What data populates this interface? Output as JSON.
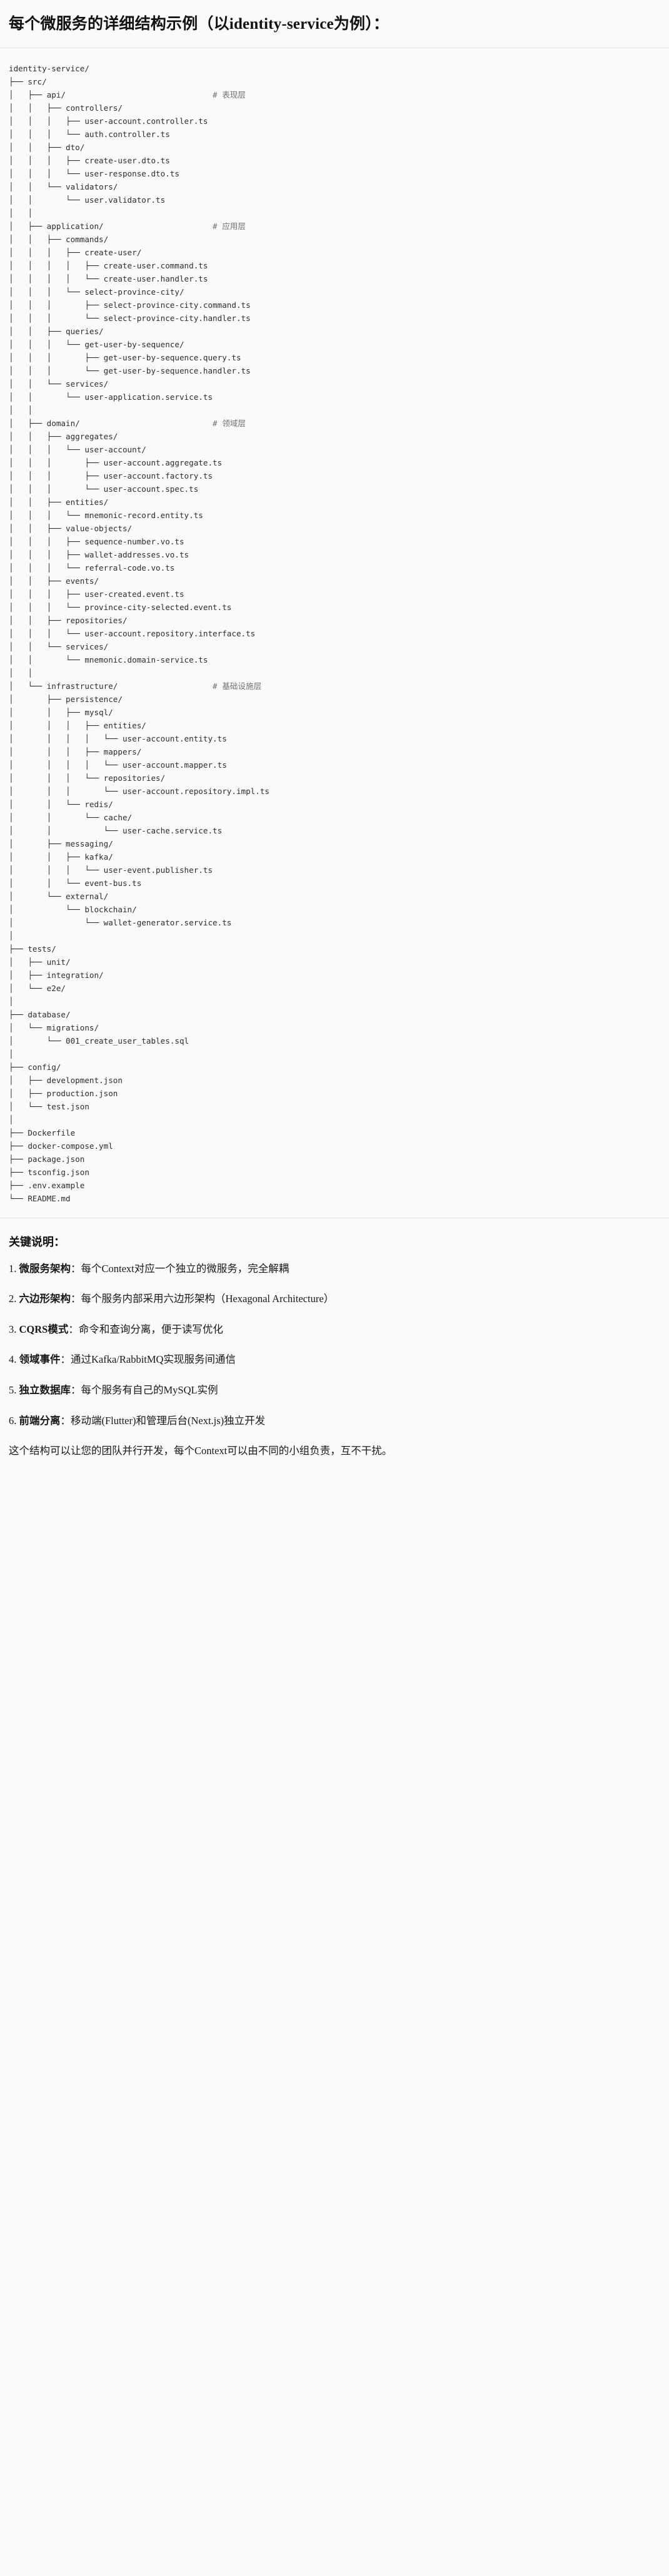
{
  "heading": "每个微服务的详细结构示例（以identity-service为例）：",
  "tree": {
    "root_label": "identity-service/",
    "lines": [
      {
        "prefix": "",
        "name": "identity-service/",
        "comment": ""
      },
      {
        "prefix": "├── ",
        "name": "src/",
        "comment": ""
      },
      {
        "prefix": "│   ├── ",
        "name": "api/",
        "comment": "# 表现层"
      },
      {
        "prefix": "│   │   ├── ",
        "name": "controllers/",
        "comment": ""
      },
      {
        "prefix": "│   │   │   ├── ",
        "name": "user-account.controller.ts",
        "comment": ""
      },
      {
        "prefix": "│   │   │   └── ",
        "name": "auth.controller.ts",
        "comment": ""
      },
      {
        "prefix": "│   │   ├── ",
        "name": "dto/",
        "comment": ""
      },
      {
        "prefix": "│   │   │   ├── ",
        "name": "create-user.dto.ts",
        "comment": ""
      },
      {
        "prefix": "│   │   │   └── ",
        "name": "user-response.dto.ts",
        "comment": ""
      },
      {
        "prefix": "│   │   └── ",
        "name": "validators/",
        "comment": ""
      },
      {
        "prefix": "│   │       └── ",
        "name": "user.validator.ts",
        "comment": ""
      },
      {
        "prefix": "│   │",
        "name": "",
        "comment": ""
      },
      {
        "prefix": "│   ├── ",
        "name": "application/",
        "comment": "# 应用层"
      },
      {
        "prefix": "│   │   ├── ",
        "name": "commands/",
        "comment": ""
      },
      {
        "prefix": "│   │   │   ├── ",
        "name": "create-user/",
        "comment": ""
      },
      {
        "prefix": "│   │   │   │   ├── ",
        "name": "create-user.command.ts",
        "comment": ""
      },
      {
        "prefix": "│   │   │   │   └── ",
        "name": "create-user.handler.ts",
        "comment": ""
      },
      {
        "prefix": "│   │   │   └── ",
        "name": "select-province-city/",
        "comment": ""
      },
      {
        "prefix": "│   │   │       ├── ",
        "name": "select-province-city.command.ts",
        "comment": ""
      },
      {
        "prefix": "│   │   │       └── ",
        "name": "select-province-city.handler.ts",
        "comment": ""
      },
      {
        "prefix": "│   │   ├── ",
        "name": "queries/",
        "comment": ""
      },
      {
        "prefix": "│   │   │   └── ",
        "name": "get-user-by-sequence/",
        "comment": ""
      },
      {
        "prefix": "│   │   │       ├── ",
        "name": "get-user-by-sequence.query.ts",
        "comment": ""
      },
      {
        "prefix": "│   │   │       └── ",
        "name": "get-user-by-sequence.handler.ts",
        "comment": ""
      },
      {
        "prefix": "│   │   └── ",
        "name": "services/",
        "comment": ""
      },
      {
        "prefix": "│   │       └── ",
        "name": "user-application.service.ts",
        "comment": ""
      },
      {
        "prefix": "│   │",
        "name": "",
        "comment": ""
      },
      {
        "prefix": "│   ├── ",
        "name": "domain/",
        "comment": "# 领域层"
      },
      {
        "prefix": "│   │   ├── ",
        "name": "aggregates/",
        "comment": ""
      },
      {
        "prefix": "│   │   │   └── ",
        "name": "user-account/",
        "comment": ""
      },
      {
        "prefix": "│   │   │       ├── ",
        "name": "user-account.aggregate.ts",
        "comment": ""
      },
      {
        "prefix": "│   │   │       ├── ",
        "name": "user-account.factory.ts",
        "comment": ""
      },
      {
        "prefix": "│   │   │       └── ",
        "name": "user-account.spec.ts",
        "comment": ""
      },
      {
        "prefix": "│   │   ├── ",
        "name": "entities/",
        "comment": ""
      },
      {
        "prefix": "│   │   │   └── ",
        "name": "mnemonic-record.entity.ts",
        "comment": ""
      },
      {
        "prefix": "│   │   ├── ",
        "name": "value-objects/",
        "comment": ""
      },
      {
        "prefix": "│   │   │   ├── ",
        "name": "sequence-number.vo.ts",
        "comment": ""
      },
      {
        "prefix": "│   │   │   ├── ",
        "name": "wallet-addresses.vo.ts",
        "comment": ""
      },
      {
        "prefix": "│   │   │   └── ",
        "name": "referral-code.vo.ts",
        "comment": ""
      },
      {
        "prefix": "│   │   ├── ",
        "name": "events/",
        "comment": ""
      },
      {
        "prefix": "│   │   │   ├── ",
        "name": "user-created.event.ts",
        "comment": ""
      },
      {
        "prefix": "│   │   │   └── ",
        "name": "province-city-selected.event.ts",
        "comment": ""
      },
      {
        "prefix": "│   │   ├── ",
        "name": "repositories/",
        "comment": ""
      },
      {
        "prefix": "│   │   │   └── ",
        "name": "user-account.repository.interface.ts",
        "comment": ""
      },
      {
        "prefix": "│   │   └── ",
        "name": "services/",
        "comment": ""
      },
      {
        "prefix": "│   │       └── ",
        "name": "mnemonic.domain-service.ts",
        "comment": ""
      },
      {
        "prefix": "│   │",
        "name": "",
        "comment": ""
      },
      {
        "prefix": "│   └── ",
        "name": "infrastructure/",
        "comment": "# 基础设施层"
      },
      {
        "prefix": "│       ├── ",
        "name": "persistence/",
        "comment": ""
      },
      {
        "prefix": "│       │   ├── ",
        "name": "mysql/",
        "comment": ""
      },
      {
        "prefix": "│       │   │   ├── ",
        "name": "entities/",
        "comment": ""
      },
      {
        "prefix": "│       │   │   │   └── ",
        "name": "user-account.entity.ts",
        "comment": ""
      },
      {
        "prefix": "│       │   │   ├── ",
        "name": "mappers/",
        "comment": ""
      },
      {
        "prefix": "│       │   │   │   └── ",
        "name": "user-account.mapper.ts",
        "comment": ""
      },
      {
        "prefix": "│       │   │   └── ",
        "name": "repositories/",
        "comment": ""
      },
      {
        "prefix": "│       │   │       └── ",
        "name": "user-account.repository.impl.ts",
        "comment": ""
      },
      {
        "prefix": "│       │   └── ",
        "name": "redis/",
        "comment": ""
      },
      {
        "prefix": "│       │       └── ",
        "name": "cache/",
        "comment": ""
      },
      {
        "prefix": "│       │           └── ",
        "name": "user-cache.service.ts",
        "comment": ""
      },
      {
        "prefix": "│       ├── ",
        "name": "messaging/",
        "comment": ""
      },
      {
        "prefix": "│       │   ├── ",
        "name": "kafka/",
        "comment": ""
      },
      {
        "prefix": "│       │   │   └── ",
        "name": "user-event.publisher.ts",
        "comment": ""
      },
      {
        "prefix": "│       │   └── ",
        "name": "event-bus.ts",
        "comment": ""
      },
      {
        "prefix": "│       └── ",
        "name": "external/",
        "comment": ""
      },
      {
        "prefix": "│           └── ",
        "name": "blockchain/",
        "comment": ""
      },
      {
        "prefix": "│               └── ",
        "name": "wallet-generator.service.ts",
        "comment": ""
      },
      {
        "prefix": "│",
        "name": "",
        "comment": ""
      },
      {
        "prefix": "├── ",
        "name": "tests/",
        "comment": ""
      },
      {
        "prefix": "│   ├── ",
        "name": "unit/",
        "comment": ""
      },
      {
        "prefix": "│   ├── ",
        "name": "integration/",
        "comment": ""
      },
      {
        "prefix": "│   └── ",
        "name": "e2e/",
        "comment": ""
      },
      {
        "prefix": "│",
        "name": "",
        "comment": ""
      },
      {
        "prefix": "├── ",
        "name": "database/",
        "comment": ""
      },
      {
        "prefix": "│   └── ",
        "name": "migrations/",
        "comment": ""
      },
      {
        "prefix": "│       └── ",
        "name": "001_create_user_tables.sql",
        "comment": ""
      },
      {
        "prefix": "│",
        "name": "",
        "comment": ""
      },
      {
        "prefix": "├── ",
        "name": "config/",
        "comment": ""
      },
      {
        "prefix": "│   ├── ",
        "name": "development.json",
        "comment": ""
      },
      {
        "prefix": "│   ├── ",
        "name": "production.json",
        "comment": ""
      },
      {
        "prefix": "│   └── ",
        "name": "test.json",
        "comment": ""
      },
      {
        "prefix": "│",
        "name": "",
        "comment": ""
      },
      {
        "prefix": "├── ",
        "name": "Dockerfile",
        "comment": ""
      },
      {
        "prefix": "├── ",
        "name": "docker-compose.yml",
        "comment": ""
      },
      {
        "prefix": "├── ",
        "name": "package.json",
        "comment": ""
      },
      {
        "prefix": "├── ",
        "name": "tsconfig.json",
        "comment": ""
      },
      {
        "prefix": "├── ",
        "name": ".env.example",
        "comment": ""
      },
      {
        "prefix": "└── ",
        "name": "README.md",
        "comment": ""
      }
    ]
  },
  "notes": {
    "title": "关键说明：",
    "items": [
      {
        "num": "1.",
        "key": "微服务架构",
        "sep": "：",
        "text": "每个Context对应一个独立的微服务，完全解耦"
      },
      {
        "num": "2.",
        "key": "六边形架构",
        "sep": "：",
        "text": "每个服务内部采用六边形架构（Hexagonal Architecture）"
      },
      {
        "num": "3.",
        "key": "CQRS模式",
        "sep": "：",
        "text": "命令和查询分离，便于读写优化"
      },
      {
        "num": "4.",
        "key": "领域事件",
        "sep": "：",
        "text": "通过Kafka/RabbitMQ实现服务间通信"
      },
      {
        "num": "5.",
        "key": "独立数据库",
        "sep": "：",
        "text": "每个服务有自己的MySQL实例"
      },
      {
        "num": "6.",
        "key": "前端分离",
        "sep": "：",
        "text": "移动端(Flutter)和管理后台(Next.js)独立开发"
      }
    ],
    "closing": "这个结构可以让您的团队并行开发，每个Context可以由不同的小组负责，互不干扰。"
  },
  "colors": {
    "background": "#fbfaf8",
    "text": "#1a1a1a",
    "code_text": "#2a2d31",
    "comment_text": "#6d7278",
    "rule": "#e4e1db"
  }
}
